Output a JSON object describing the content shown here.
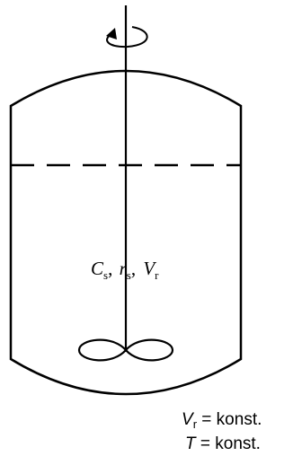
{
  "labels": {
    "concentration": {
      "main": "C",
      "sub": "s",
      "sep": ","
    },
    "rate": {
      "main": "r",
      "sub": "s",
      "sep": ","
    },
    "volume": {
      "main": "V",
      "sub": "r"
    }
  },
  "conditions": [
    {
      "symbol": "V",
      "sub": "r",
      "rest": " = konst."
    },
    {
      "symbol": "T",
      "sub": "",
      "rest": " = konst."
    }
  ]
}
